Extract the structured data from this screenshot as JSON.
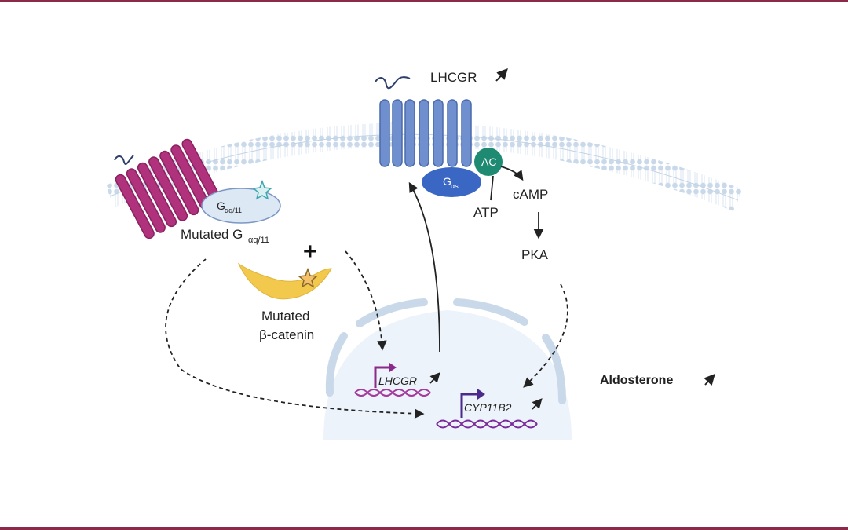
{
  "labels": {
    "lhcgr_receptor": "LHCGR",
    "gas_main": "G",
    "gas_sub": "αs",
    "ac": "AC",
    "camp": "cAMP",
    "atp": "ATP",
    "pka": "PKA",
    "gaq_main": "G",
    "gaq_sub": "αq/11",
    "mutated_gaq_main": "Mutated G",
    "mutated_gaq_sub": "αq/11",
    "plus": "+",
    "mutated_bcat_line1": "Mutated",
    "mutated_bcat_line2": "β-catenin",
    "gene_lhcgr": "LHCGR",
    "gene_cyp11b2": "CYP11B2",
    "aldosterone": "Aldosterone"
  },
  "colors": {
    "frame": "#8c2a4a",
    "membrane_lipid": "#d6e4f0",
    "receptor_blue": "#6f8fcf",
    "receptor_magenta": "#b0317c",
    "gas_blue": "#3a66c4",
    "ac_teal": "#1e8a72",
    "gaq_fill": "#dde8f5",
    "catenin_yellow": "#f2c94c",
    "star_mutation": "#f4c06a",
    "dna_magenta": "#a33a9c",
    "nucleus_fill": "#edf3fa"
  }
}
